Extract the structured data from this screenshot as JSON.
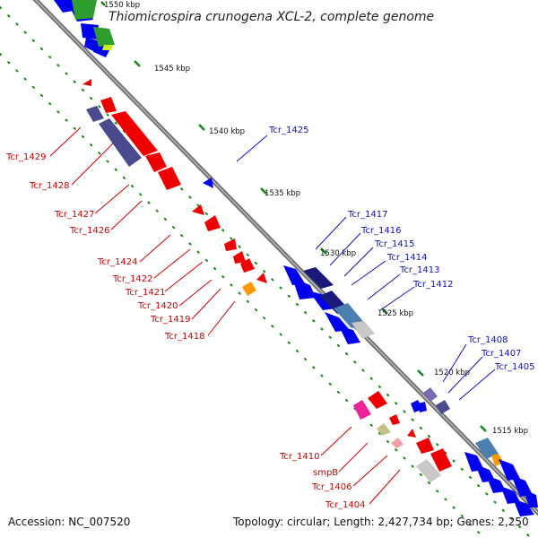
{
  "title": "Thiomicrospira crunogena XCL-2, complete genome",
  "footer": {
    "accession": "Accession: NC_007520",
    "topology": "Topology: circular; Length: 2,427,734 bp; Genes: 2,250"
  },
  "scale": {
    "top_partial": "1550 kbp",
    "ticks": [
      "1545 kbp",
      "1540 kbp",
      "1535 kbp",
      "1530 kbp",
      "1525 kbp",
      "1520 kbp",
      "1515 kbp"
    ]
  },
  "colors": {
    "backbone": "#888888",
    "forward_genes": "#0000ee",
    "reverse_genes": "#ee0000",
    "forward_label": "#1010c0",
    "reverse_label": "#cc0000",
    "tick": "#118811",
    "accent_green": "#2e9e2e",
    "accent_navy": "#1a1a7a",
    "accent_purple": "#4a4a8e",
    "accent_steel": "#4a7fb0",
    "accent_magenta": "#ee2299",
    "accent_orange": "#ff9900",
    "accent_olive": "#c8c08a",
    "accent_pink": "#f2a0a8",
    "accent_grey": "#c8c8c8"
  },
  "forward_labels": [
    "Tcr_1425",
    "Tcr_1417",
    "Tcr_1416",
    "Tcr_1415",
    "Tcr_1414",
    "Tcr_1413",
    "Tcr_1412",
    "Tcr_1408",
    "Tcr_1407",
    "Tcr_1405"
  ],
  "reverse_labels": [
    "Tcr_1429",
    "Tcr_1428",
    "Tcr_1427",
    "Tcr_1426",
    "Tcr_1424",
    "Tcr_1422",
    "Tcr_1421",
    "Tcr_1420",
    "Tcr_1419",
    "Tcr_1418",
    "Tcr_1410",
    "smpB",
    "Tcr_1406",
    "Tcr_1404"
  ]
}
